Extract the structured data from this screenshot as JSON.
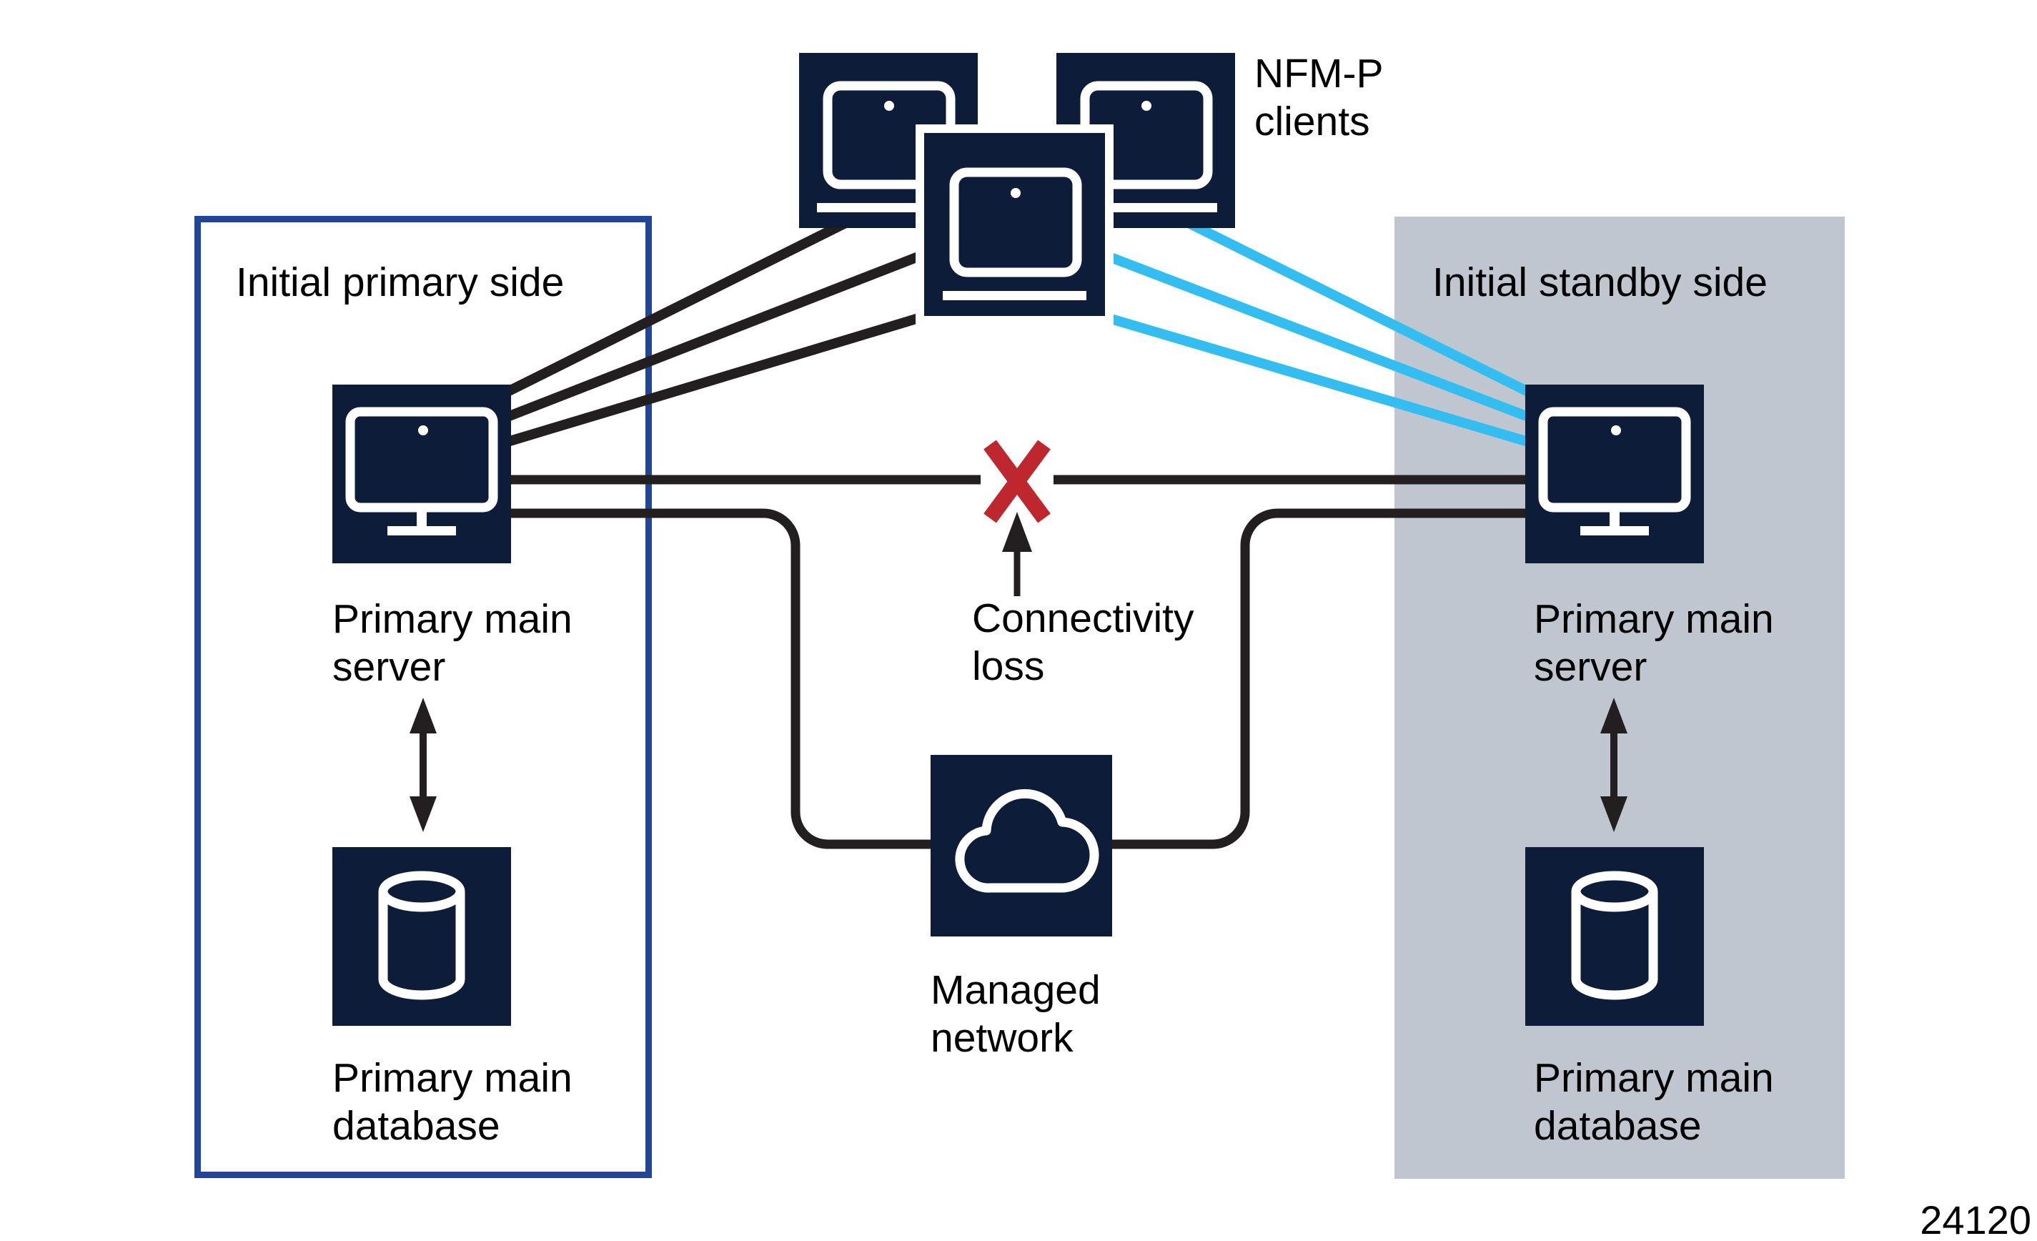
{
  "figure_number": "24120",
  "clients": {
    "label_lines": [
      "NFM-P",
      "clients"
    ],
    "count": 3
  },
  "primary_side": {
    "title": "Initial primary side",
    "server_label_lines": [
      "Primary main",
      "server"
    ],
    "database_label_lines": [
      "Primary main",
      "database"
    ]
  },
  "standby_side": {
    "title": "Initial standby side",
    "server_label_lines": [
      "Primary main",
      "server"
    ],
    "database_label_lines": [
      "Primary main",
      "database"
    ]
  },
  "center": {
    "connectivity_label_lines": [
      "Connectivity",
      "loss"
    ],
    "managed_network_label_lines": [
      "Managed",
      "network"
    ]
  },
  "icons": {
    "laptop-icon": "client workstation tile",
    "monitor-icon": "main server tile",
    "database-icon": "main database cylinder tile",
    "cloud-icon": "managed network cloud tile",
    "x-icon": "red connection-broken cross",
    "up-arrow-icon": "pointer from label to broken link",
    "sync-arrow-icon": "double-headed server/database link"
  },
  "colors": {
    "tile_navy": "#0d1c38",
    "line_black": "#231f20",
    "client_link_blue": "#33bdf0",
    "primary_border_blue": "#20459a",
    "standby_panel_gray": "#bfc6d0",
    "loss_red": "#be272e",
    "background": "#ffffff"
  }
}
